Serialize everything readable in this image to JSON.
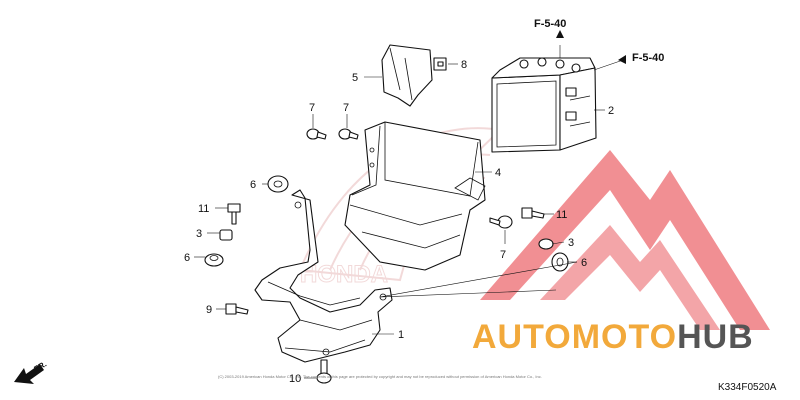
{
  "diagram": {
    "parts": [
      {
        "id": "part-1",
        "number": "1"
      },
      {
        "id": "part-2",
        "number": "2"
      },
      {
        "id": "part-3-left",
        "number": "3"
      },
      {
        "id": "part-3-right",
        "number": "3"
      },
      {
        "id": "part-4",
        "number": "4"
      },
      {
        "id": "part-5",
        "number": "5"
      },
      {
        "id": "part-6-top",
        "number": "6"
      },
      {
        "id": "part-6-left",
        "number": "6"
      },
      {
        "id": "part-6-right",
        "number": "6"
      },
      {
        "id": "part-7-a",
        "number": "7"
      },
      {
        "id": "part-7-b",
        "number": "7"
      },
      {
        "id": "part-7-c",
        "number": "7"
      },
      {
        "id": "part-8",
        "number": "8"
      },
      {
        "id": "part-9",
        "number": "9"
      },
      {
        "id": "part-10",
        "number": "10"
      },
      {
        "id": "part-11-left",
        "number": "11"
      },
      {
        "id": "part-11-right",
        "number": "11"
      }
    ],
    "references": [
      {
        "id": "ref-top",
        "label": "F-5-40"
      },
      {
        "id": "ref-right",
        "label": "F-5-40"
      }
    ],
    "direction_label": "FR.",
    "figure_code": "K334F0520A",
    "copyright": "(C) 2003-2019 American Honda Motor Co., Inc. The contents of this page are protected by copyright and may not be reproduced without permission of American Honda Motor Co., Inc.",
    "background_mark": "HONDA"
  },
  "watermark": {
    "text_part_1": "AUTOMOTO",
    "text_part_2": "HUB",
    "color_primary": "#f2a93b",
    "color_secondary": "#555555",
    "logo_color": "#e8444b"
  }
}
